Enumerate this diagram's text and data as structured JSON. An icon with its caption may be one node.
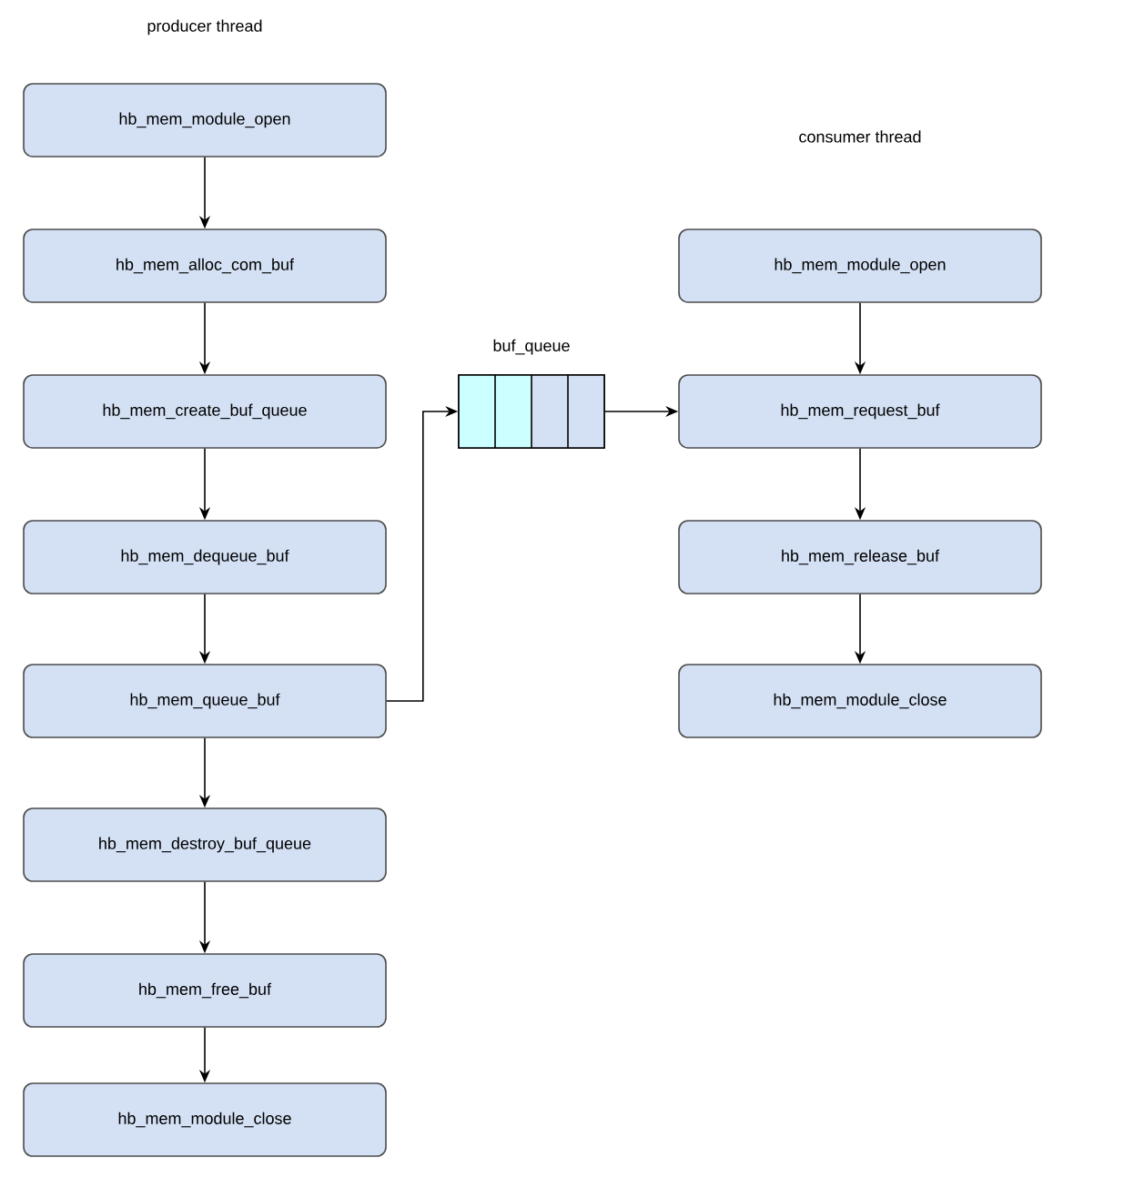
{
  "diagram": {
    "nodes": [
      {
        "text": [
          "hb_mem_module_open"
        ]
      },
      {
        "text": [
          "hb_mem_alloc_com_buf"
        ]
      },
      {
        "text": [
          "hb_mem_create_buf_queue"
        ]
      },
      {
        "text": [
          "hb_mem_dequeue_buf"
        ]
      },
      {
        "text": [
          "hb_mem_queue_buf"
        ]
      },
      {
        "text": [
          "hb_mem_destroy_buf_queue"
        ]
      },
      {
        "text": [
          "hb_mem_free_buf"
        ]
      },
      {
        "text": [
          "hb_mem_module_close"
        ]
      },
      {
        "text": [
          "buf_queue"
        ]
      },
      {
        "text": [
          "hb_mem_module_open"
        ]
      },
      {
        "text": [
          "hb_mem_request_buf"
        ]
      },
      {
        "text": [
          "hb_mem_release_buf"
        ]
      },
      {
        "text": [
          "hb_mem_module_close"
        ]
      }
    ],
    "edges": [
      {
        "from": 0,
        "to": 1,
        "arrow": "to"
      },
      {
        "from": 1,
        "to": 2,
        "arrow": "to"
      },
      {
        "from": 2,
        "to": 3,
        "arrow": "to"
      },
      {
        "from": 3,
        "to": 4,
        "arrow": "to"
      },
      {
        "from": 4,
        "to": 5,
        "arrow": "to"
      },
      {
        "from": 5,
        "to": 6,
        "arrow": "to"
      },
      {
        "from": 6,
        "to": 7,
        "arrow": "to"
      },
      {
        "from": 4,
        "to": 8,
        "arrow": "to"
      },
      {
        "from": 8,
        "to": 10,
        "arrow": "to"
      },
      {
        "from": 9,
        "to": 10,
        "arrow": "to"
      },
      {
        "from": 10,
        "to": 11,
        "arrow": "to"
      },
      {
        "from": 11,
        "to": 12,
        "arrow": "to"
      }
    ],
    "labels": [
      "producer thread",
      "consumer thread"
    ]
  }
}
